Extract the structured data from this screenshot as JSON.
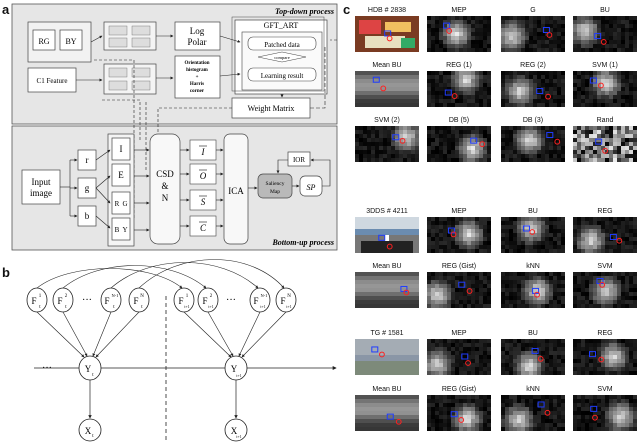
{
  "panel_letters": {
    "a": "a",
    "b": "b",
    "c": "c"
  },
  "panel_a": {
    "top_title": "Top-down process",
    "bottom_title": "Bottom-up process",
    "rg": "RG",
    "by": "BY",
    "c1": "C1 Feature",
    "log": "Log",
    "polar": "Polar",
    "orient1": "Orientation",
    "orient2": "histogram",
    "orient3": "+",
    "orient4": "Harris",
    "orient5": "corner",
    "gft": "GFT_ART",
    "patched": "Patched data",
    "compare": "compare",
    "learning": "Learning result",
    "weight": "Weight Matrix",
    "input1": "Input",
    "input2": "image",
    "r": "r",
    "g": "g",
    "b": "b",
    "I": "I",
    "E": "E",
    "R": "R",
    "G": "G",
    "B": "B",
    "Y": "Y",
    "csd1": "CSD",
    "csd2": "&",
    "csd3": "N",
    "ibar": "I",
    "obar": "O",
    "sbar": "S",
    "cbar": "C",
    "ica": "ICA",
    "sal1": "Saliency",
    "sal2": "Map",
    "ior": "IOR",
    "sp": "SP"
  },
  "panel_b": {
    "f_t": "F",
    "sub_t": "t",
    "sup_1": "1",
    "sup_2": "2",
    "sup_n1": "N-1",
    "sup_n": "N",
    "sub_t1": "t+1",
    "y": "Y",
    "x": "X",
    "dots": "···"
  },
  "panel_c": {
    "labels": [
      "HDB # 2838",
      "MEP",
      "G",
      "BU",
      "Mean BU",
      "REG (1)",
      "REG (2)",
      "SVM (1)",
      "SVM (2)",
      "DB (5)",
      "DB (3)",
      "Rand",
      "3DDS # 4211",
      "MEP",
      "BU",
      "REG",
      "Mean BU",
      "REG (Gist)",
      "kNN",
      "SVM",
      "TG # 1581",
      "MEP",
      "BU",
      "REG",
      "Mean BU",
      "REG (Gist)",
      "kNN",
      "SVM"
    ]
  },
  "colors": {
    "box_fill": "#ececec",
    "panel_bg": "#e4e4e4",
    "marker_blue": "#1f3cff",
    "marker_red": "#ff2020"
  }
}
